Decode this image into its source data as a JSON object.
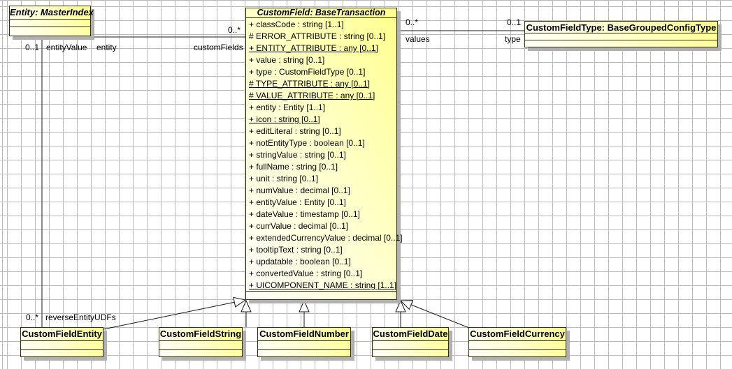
{
  "diagram": {
    "classes": {
      "entity": {
        "title": "Entity: MasterIndex",
        "abstract": true
      },
      "custom_field": {
        "title": "CustomField: BaseTransaction",
        "abstract": true,
        "attributes": [
          {
            "text": "+ classCode : string [1..1]",
            "underline": false
          },
          {
            "text": "# ERROR_ATTRIBUTE : string [0..1]",
            "underline": false
          },
          {
            "text": "+ ENTITY_ATTRIBUTE : any [0..1]",
            "underline": true
          },
          {
            "text": "+ value : string [0..1]",
            "underline": false
          },
          {
            "text": "+ type : CustomFieldType [0..1]",
            "underline": false
          },
          {
            "text": "# TYPE_ATTRIBUTE : any [0..1]",
            "underline": true
          },
          {
            "text": "# VALUE_ATTRIBUTE : any [0..1]",
            "underline": true
          },
          {
            "text": "+ entity : Entity [1..1]",
            "underline": false
          },
          {
            "text": "+ icon : string [0..1]",
            "underline": true
          },
          {
            "text": "+ editLiteral : string [0..1]",
            "underline": false
          },
          {
            "text": "+ notEntityType : boolean [0..1]",
            "underline": false
          },
          {
            "text": "+ stringValue : string [0..1]",
            "underline": false
          },
          {
            "text": "+ fullName : string [0..1]",
            "underline": false
          },
          {
            "text": "+ unit : string [0..1]",
            "underline": false
          },
          {
            "text": "+ numValue : decimal [0..1]",
            "underline": false
          },
          {
            "text": "+ entityValue : Entity [0..1]",
            "underline": false
          },
          {
            "text": "+ dateValue : timestamp [0..1]",
            "underline": false
          },
          {
            "text": "+ currValue : decimal [0..1]",
            "underline": false
          },
          {
            "text": "+ extendedCurrencyValue : decimal [0..1]",
            "underline": false
          },
          {
            "text": "+ tooltipText : string [0..1]",
            "underline": false
          },
          {
            "text": "+ updatable : boolean [0..1]",
            "underline": false
          },
          {
            "text": "+ convertedValue : string [0..1]",
            "underline": false
          },
          {
            "text": "+ UICOMPONENT_NAME : string [1..1]",
            "underline": true
          }
        ]
      },
      "custom_field_type": {
        "title": "CustomFieldType: BaseGroupedConfigType",
        "abstract": false
      },
      "custom_field_entity": {
        "title": "CustomFieldEntity"
      },
      "custom_field_string": {
        "title": "CustomFieldString"
      },
      "custom_field_number": {
        "title": "CustomFieldNumber"
      },
      "custom_field_date": {
        "title": "CustomFieldDate"
      },
      "custom_field_currency": {
        "title": "CustomFieldCurrency"
      }
    },
    "associations": {
      "entity_customfield": {
        "target_multiplicity": "0..*",
        "source_role": "entity",
        "target_role": "customFields"
      },
      "entity_customfieldentity": {
        "source_multiplicity": "0..1",
        "source_role": "entityValue",
        "target_multiplicity": "0..*",
        "target_role": "reverseEntityUDFs"
      },
      "customfield_customfieldtype": {
        "source_multiplicity": "0..*",
        "source_role": "values",
        "target_multiplicity": "0..1",
        "target_role": "type"
      }
    },
    "colors": {
      "box_fill_light": "#fffffa",
      "box_fill_yellow": "#ffff8e",
      "box_border": "#32320a",
      "box_shadow": "#b0b0b0",
      "grid_line": "#b9b9b9",
      "edge_line": "#1a1a1a",
      "background": "#ffffff"
    }
  }
}
